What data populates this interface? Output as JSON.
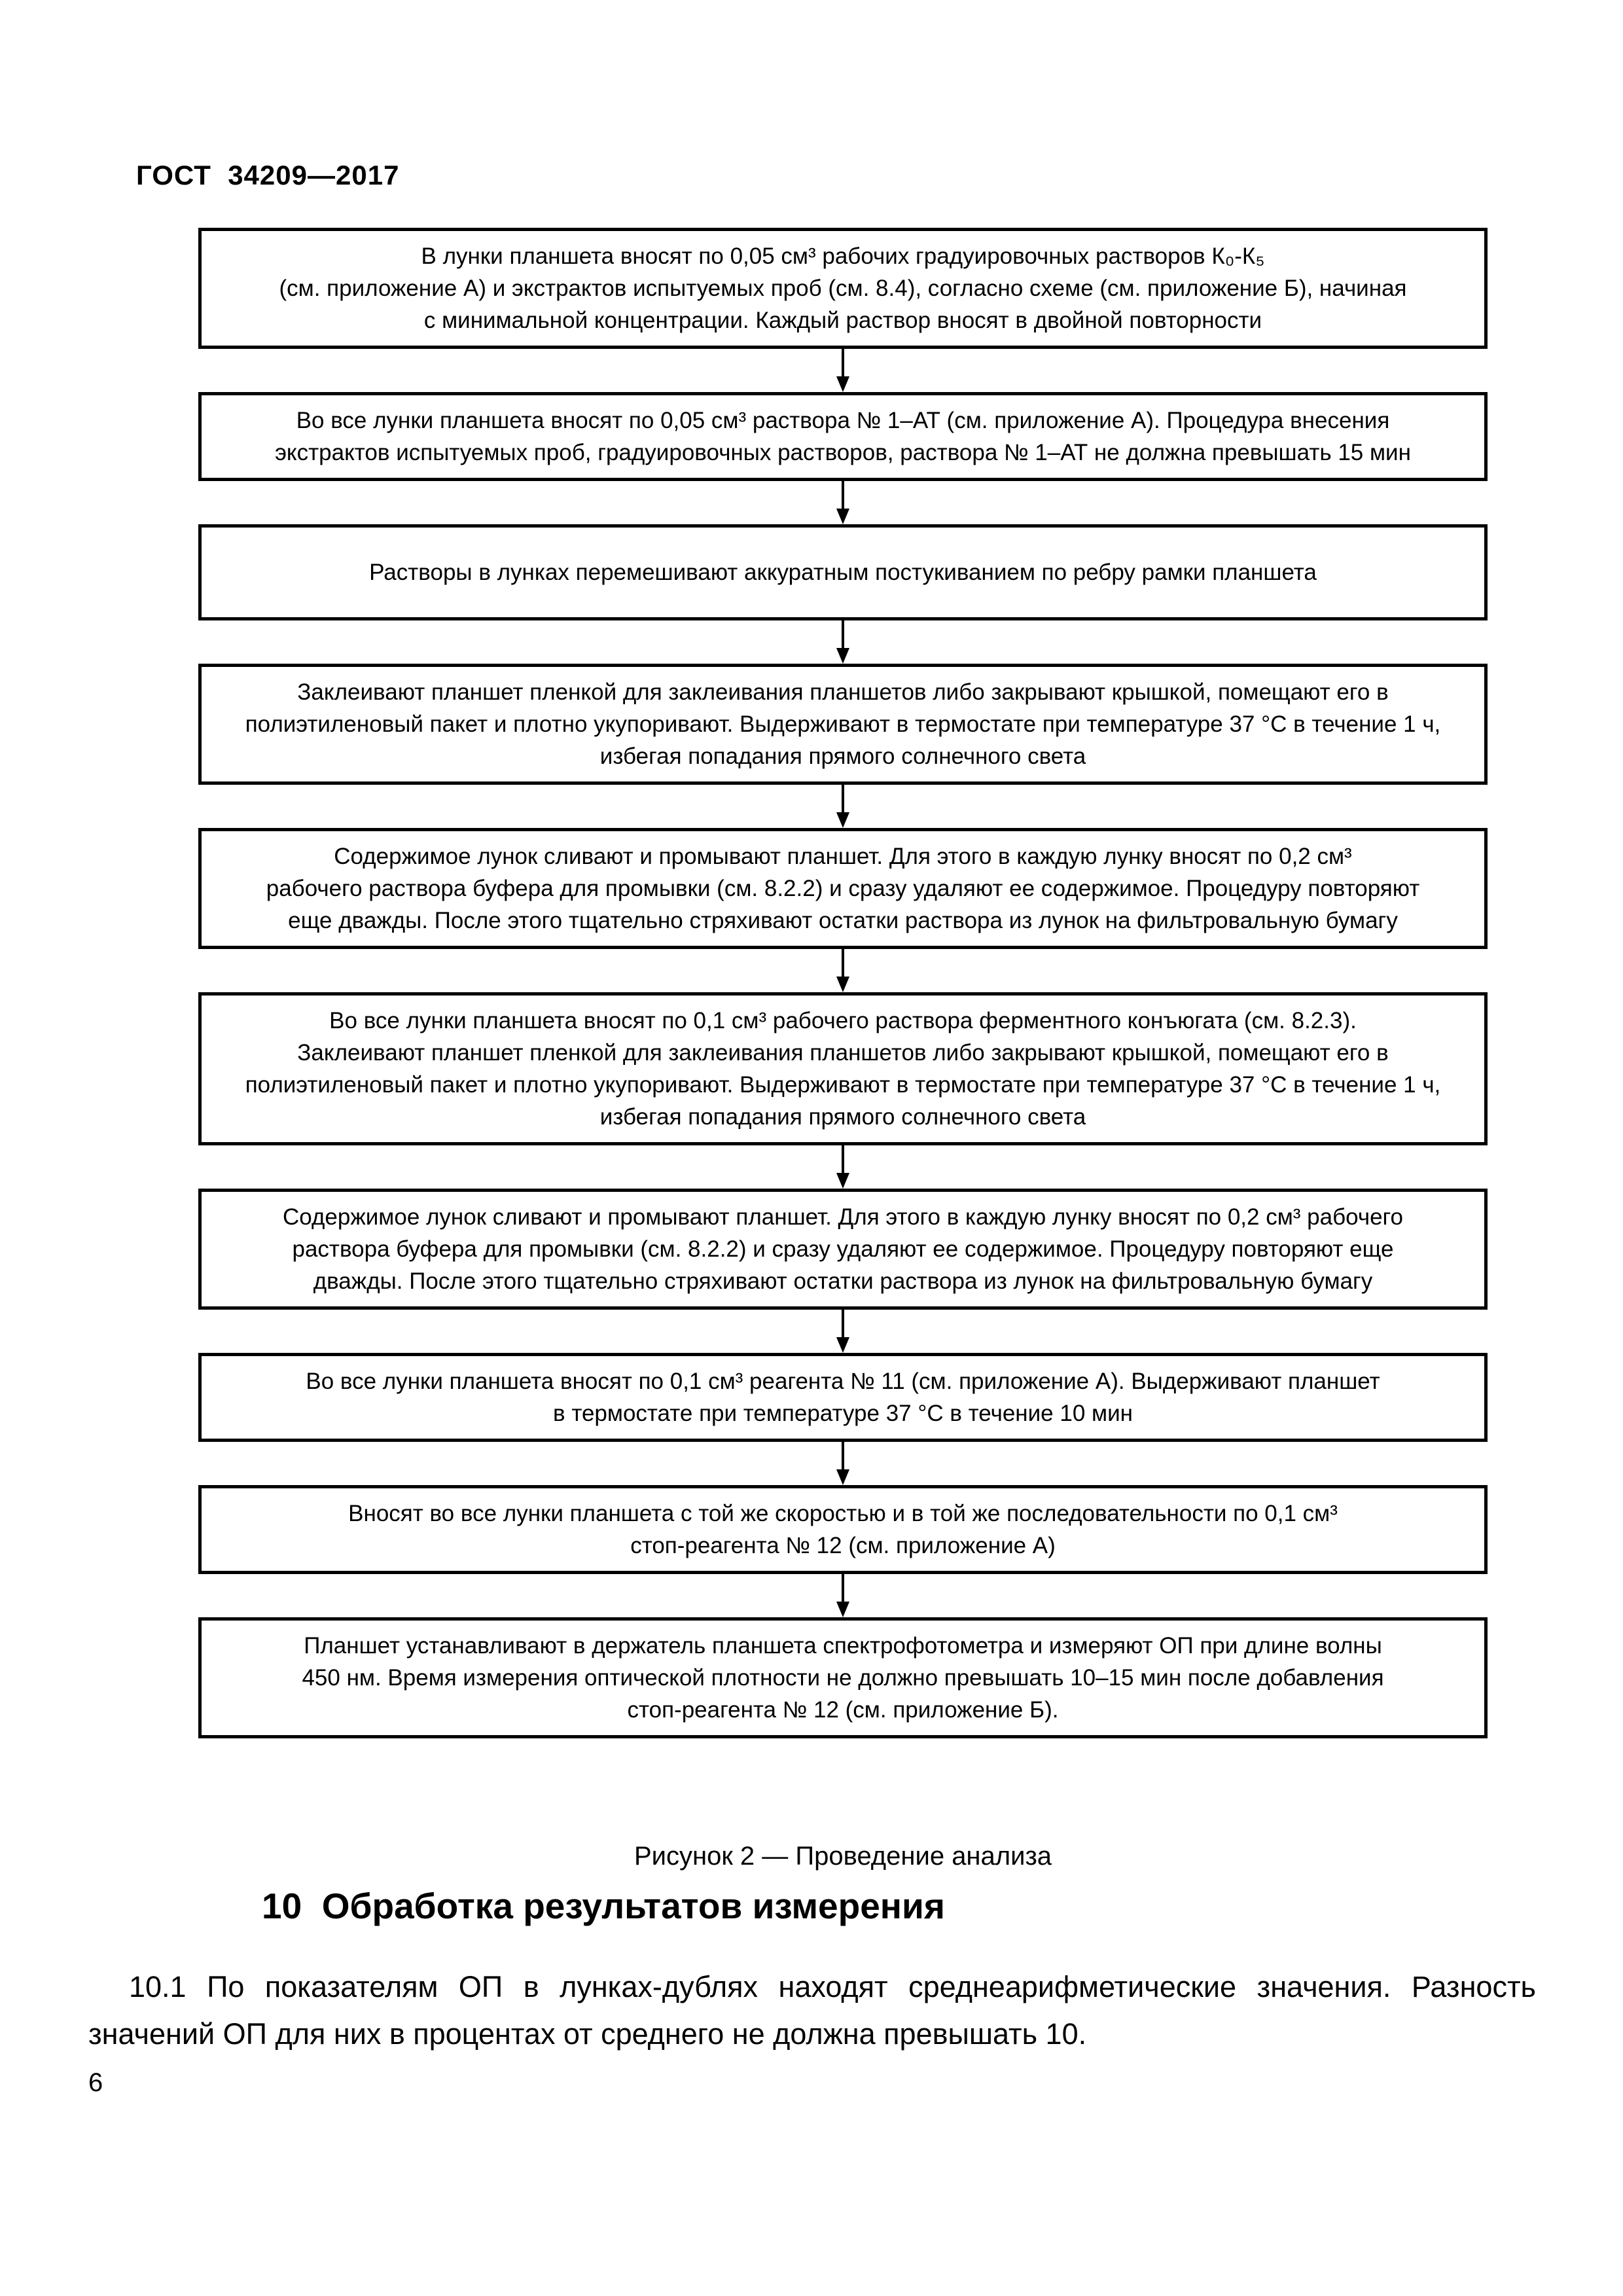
{
  "page": {
    "header": "ГОСТ  34209—2017",
    "page_number": "6"
  },
  "flowchart": {
    "caption": "Рисунок 2 — Проведение анализа",
    "steps": [
      {
        "text": "В  лунки планшета вносят по 0,05 см³ рабочих  градуировочных растворов К₀-К₅\n(см. приложение А) и  экстрактов испытуемых проб (см. 8.4), согласно схеме (см. приложение Б), начиная\nс минимальной концентрации. Каждый раствор вносят в двойной повторности"
      },
      {
        "text": "Во все лунки планшета  вносят по 0,05 см³ раствора № 1–АТ (см. приложение А). Процедура внесения\nэкстрактов испытуемых проб, градуировочных растворов, раствора № 1–АТ не должна превышать 15 мин"
      },
      {
        "text": "Растворы в лунках перемешивают аккуратным постукиванием по ребру рамки планшета"
      },
      {
        "text": "Заклеивают планшет пленкой для заклеивания планшетов либо закрывают крышкой, помещают его в\nполиэтиленовый пакет и плотно укупоривают. Выдерживают в термостате при температуре 37 °С в течение 1 ч,\nизбегая попадания прямого солнечного света"
      },
      {
        "text": "Содержимое лунок сливают и промывают планшет. Для этого в каждую лунку вносят по 0,2 см³\nрабочего раствора буфера для промывки (см. 8.2.2) и сразу удаляют ее содержимое. Процедуру повторяют\nеще дважды. После этого тщательно стряхивают остатки раствора из лунок на фильтровальную бумагу"
      },
      {
        "text": "Во все лунки планшета вносят по 0,1 см³  рабочего раствора ферментного конъюгата (см. 8.2.3).\nЗаклеивают планшет пленкой для заклеивания планшетов либо закрывают крышкой, помещают его в\nполиэтиленовый пакет и плотно укупоривают. Выдерживают в термостате при температуре 37 °С в течение 1 ч,\nизбегая попадания прямого солнечного света"
      },
      {
        "text": "Содержимое лунок сливают и промывают планшет. Для этого в каждую лунку вносят по 0,2 см³ рабочего\nраствора буфера для промывки (см. 8.2.2) и сразу удаляют ее содержимое. Процедуру повторяют еще\nдважды. После этого тщательно стряхивают остатки раствора из лунок на фильтровальную бумагу"
      },
      {
        "text": "Во все лунки планшета вносят по 0,1 см³ реагента № 11 (см. приложение А). Выдерживают планшет\nв термостате при температуре 37 °С в течение 10 мин"
      },
      {
        "text": "Вносят во все лунки планшета с той же скоростью и в той же последовательности по 0,1 см³\nстоп-реагента № 12 (см. приложение А)"
      },
      {
        "text": "Планшет устанавливают в держатель планшета спектрофотометра и измеряют ОП при длине волны\n450 нм. Время измерения оптической плотности не должно превышать 10–15 мин после добавления\nстоп-реагента № 12 (см. приложение Б)."
      }
    ]
  },
  "section": {
    "heading": "10  Обработка результатов измерения",
    "paragraph": "10.1  По показателям ОП в лунках-дублях находят среднеарифметические значения. Разность значений ОП для них в процентах от среднего не должна превышать 10."
  }
}
